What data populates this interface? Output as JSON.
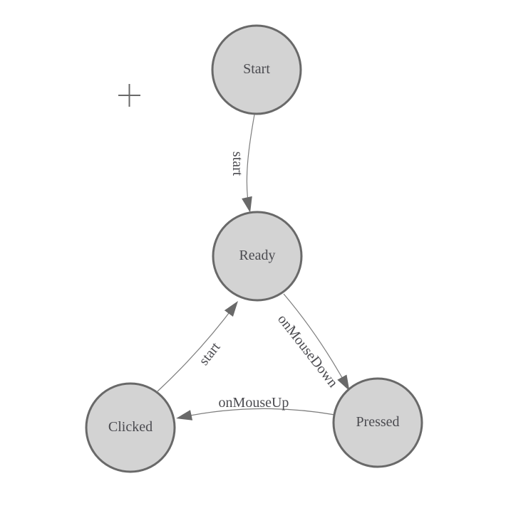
{
  "colors": {
    "background": "#ffffff",
    "node_fill": "#d3d3d3",
    "node_stroke": "#696969",
    "edge_stroke": "#7d7d7d",
    "arrow_fill": "#696969",
    "label_text": "#4b4b50",
    "crosshair": "#696969"
  },
  "nodes": [
    {
      "id": "start",
      "label": "Start"
    },
    {
      "id": "ready",
      "label": "Ready"
    },
    {
      "id": "clicked",
      "label": "Clicked"
    },
    {
      "id": "pressed",
      "label": "Pressed"
    }
  ],
  "edges": [
    {
      "from": "Start",
      "to": "Ready",
      "label": "start"
    },
    {
      "from": "Clicked",
      "to": "Ready",
      "label": "start"
    },
    {
      "from": "Ready",
      "to": "Pressed",
      "label": "onMouseDown"
    },
    {
      "from": "Pressed",
      "to": "Clicked",
      "label": "onMouseUp"
    }
  ],
  "icons": {
    "crosshair": "crosshair-icon"
  }
}
